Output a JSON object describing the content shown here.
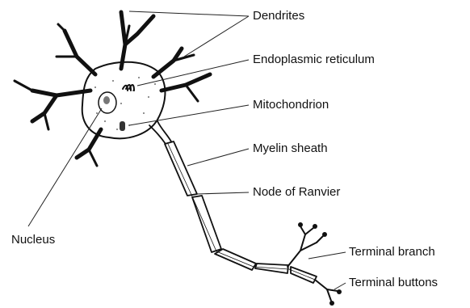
{
  "labels": {
    "dendrites": "Dendrites",
    "endoplasmic_reticulum": "Endoplasmic reticulum",
    "mitochondrion": "Mitochondrion",
    "myelin_sheath": "Myelin sheath",
    "node_of_ranvier": "Node of Ranvier",
    "nucleus": "Nucleus",
    "terminal_branch": "Terminal branch",
    "terminal_buttons": "Terminal buttons"
  }
}
